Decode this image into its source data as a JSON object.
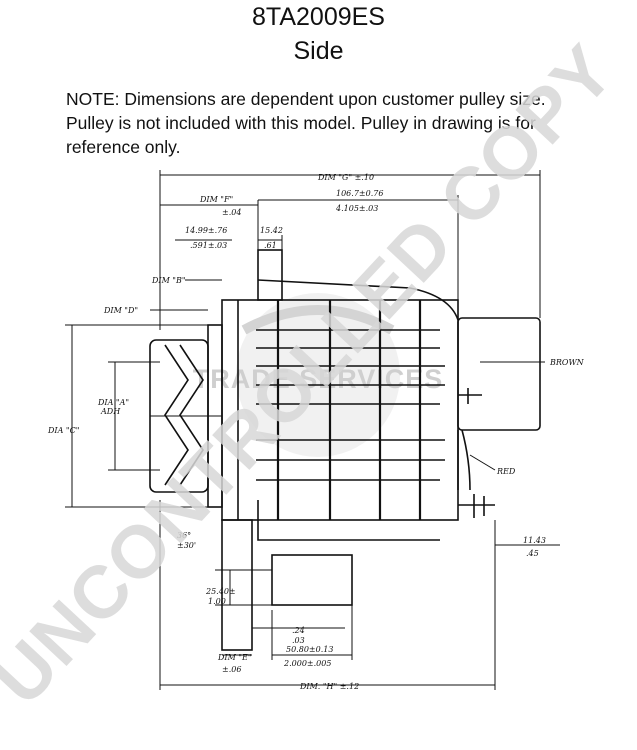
{
  "header": {
    "model": "8TA2009ES",
    "view": "Side"
  },
  "note": {
    "line1": "NOTE:  Dimensions are dependent upon customer pulley size.",
    "line2": "Pulley is not included with this model.  Pulley in drawing is for",
    "line3": "reference only."
  },
  "drawing": {
    "dim_g": "DIM \"G\" ±.10",
    "dim_f": "DIM \"F\"",
    "dim_f_tol": "±.04",
    "dim_106": "106.7±0.76",
    "dim_106_in": "4.105±.03",
    "dim_14": "14.99±.76",
    "dim_14_in": ".591±.03",
    "dim_15": "15.42",
    "dim_15_in": ".61",
    "dim_b": "DIM \"B\"",
    "dim_d": "DIM \"D\"",
    "dim_a": "DIA \"A\"",
    "dim_a_sub": "ADH",
    "dim_c": "DIA \"C\"",
    "dim_angle": "36°",
    "dim_angle_sub": "±30'",
    "dim_25": "25.40±",
    "dim_25_in": "1.00",
    "dim_24": ".24",
    "dim_24_in": ".03",
    "dim_e": "DIM \"E\"",
    "dim_e_tol": "±.06",
    "dim_50": "50.80±0.13",
    "dim_50_in": "2.000±.005",
    "dim_h": "DIM. \"H\" ±.12",
    "dim_11": "11.43",
    "dim_11_in": ".45",
    "brown": "BROWN",
    "red": "RED"
  },
  "watermark": {
    "text": "UNCONTROLLED COPY",
    "logo": "TRADE SERVICES"
  }
}
